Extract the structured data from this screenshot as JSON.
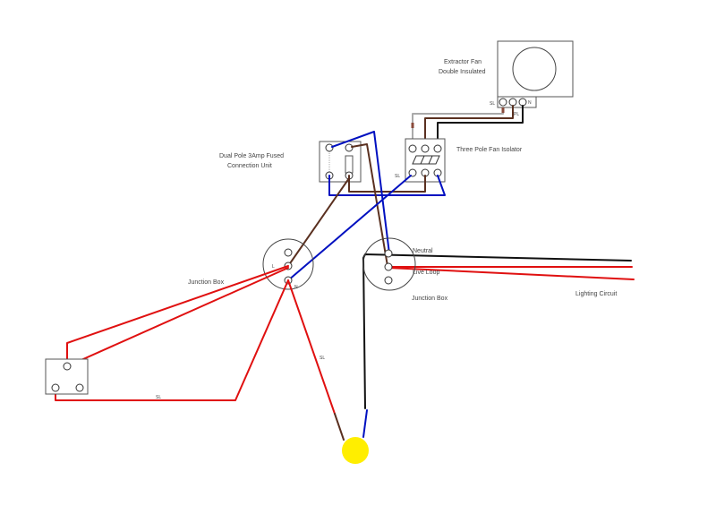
{
  "labels": {
    "fan_line1": "Extractor Fan",
    "fan_line2": "Double Insulated",
    "isolator": "Three Pole Fan Isolator",
    "fcu_line1": "Dual Pole 3Amp Fused",
    "fcu_line2": "Connection Unit",
    "junction_box_left": "Junction Box",
    "junction_box_right": "Junction Box",
    "neutral": "Neutral",
    "live_loop": "Live Loop",
    "lighting_circuit": "Lighting Circuit",
    "sl_fan": "SL",
    "n_fan": "N",
    "pl_fan": "PL",
    "sl_isolator": "SL",
    "sl_drop": "SL",
    "sl_switch": "SL",
    "jb_l": "L",
    "jb_n": "N"
  },
  "colors": {
    "live": "#e01010",
    "neutral": "#0010c0",
    "brown": "#5a3020",
    "black": "#111111",
    "grey": "#aaaaaa",
    "lamp": "#ffee00"
  }
}
